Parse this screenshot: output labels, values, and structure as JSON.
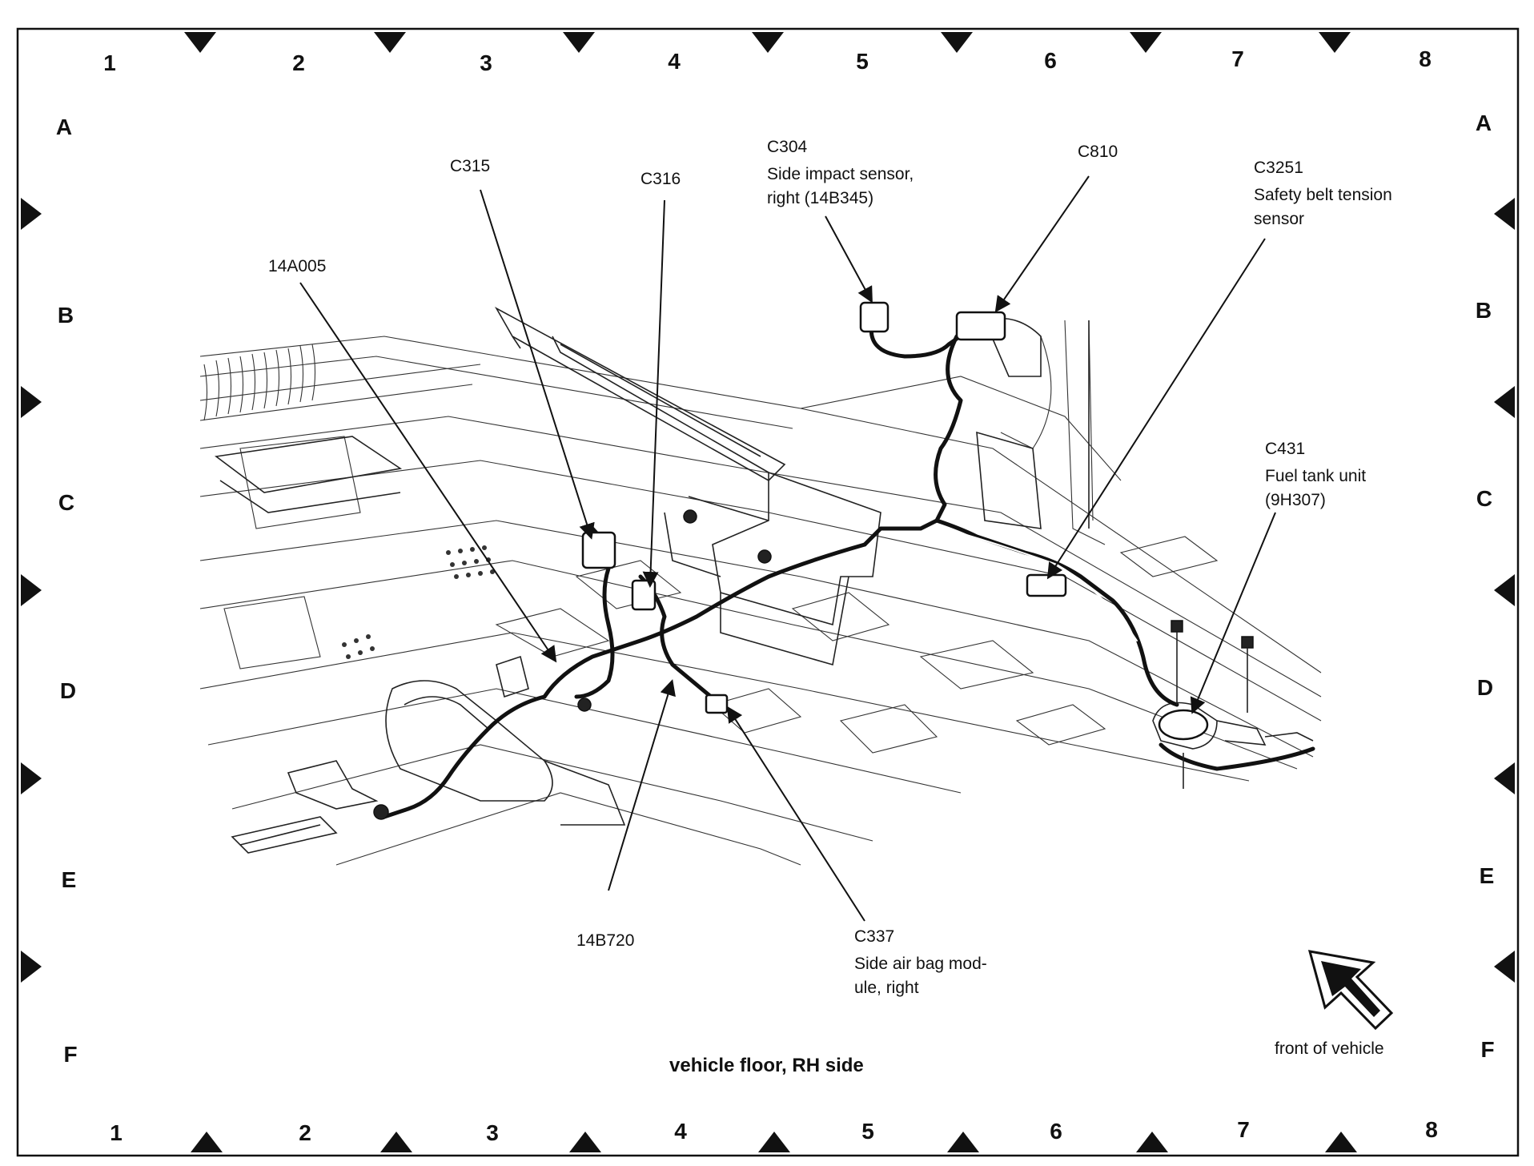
{
  "grid": {
    "columns": [
      "1",
      "2",
      "3",
      "4",
      "5",
      "6",
      "7",
      "8"
    ],
    "rows": [
      "A",
      "B",
      "C",
      "D",
      "E",
      "F"
    ]
  },
  "callouts": {
    "c315": "C315",
    "c316": "C316",
    "c304": [
      "C304",
      "Side impact sensor,",
      "right (14B345)"
    ],
    "c810": "C810",
    "c3251": [
      "C3251",
      "Safety belt tension",
      "sensor"
    ],
    "c431": [
      "C431",
      "Fuel tank unit",
      "(9H307)"
    ],
    "w14a005": "14A005",
    "w14b720": "14B720",
    "c337": [
      "C337",
      "Side air bag mod-",
      "ule, right"
    ]
  },
  "caption": "vehicle floor, RH side",
  "orientation_label": "front of vehicle"
}
